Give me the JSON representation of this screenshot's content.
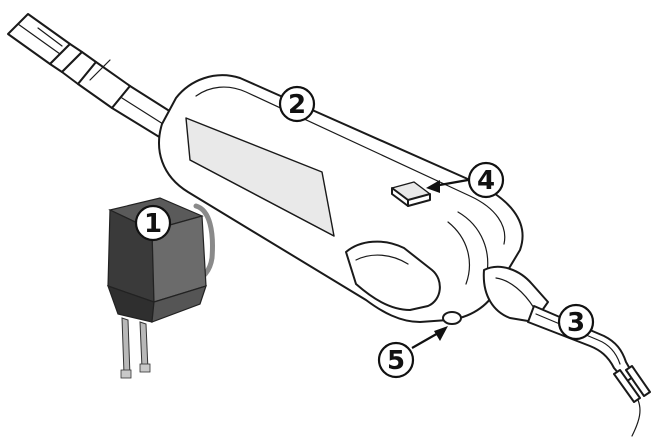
{
  "callouts": [
    {
      "id": "1",
      "label": "1",
      "part": "charger"
    },
    {
      "id": "2",
      "label": "2",
      "part": "handpiece-body"
    },
    {
      "id": "3",
      "label": "3",
      "part": "tip"
    },
    {
      "id": "4",
      "label": "4",
      "part": "button"
    },
    {
      "id": "5",
      "label": "5",
      "part": "indicator"
    }
  ],
  "colors": {
    "line": "#1a1a1a",
    "charger_dark": "#3a3a3a",
    "charger_mid": "#6b6b6b",
    "background": "#ffffff"
  }
}
